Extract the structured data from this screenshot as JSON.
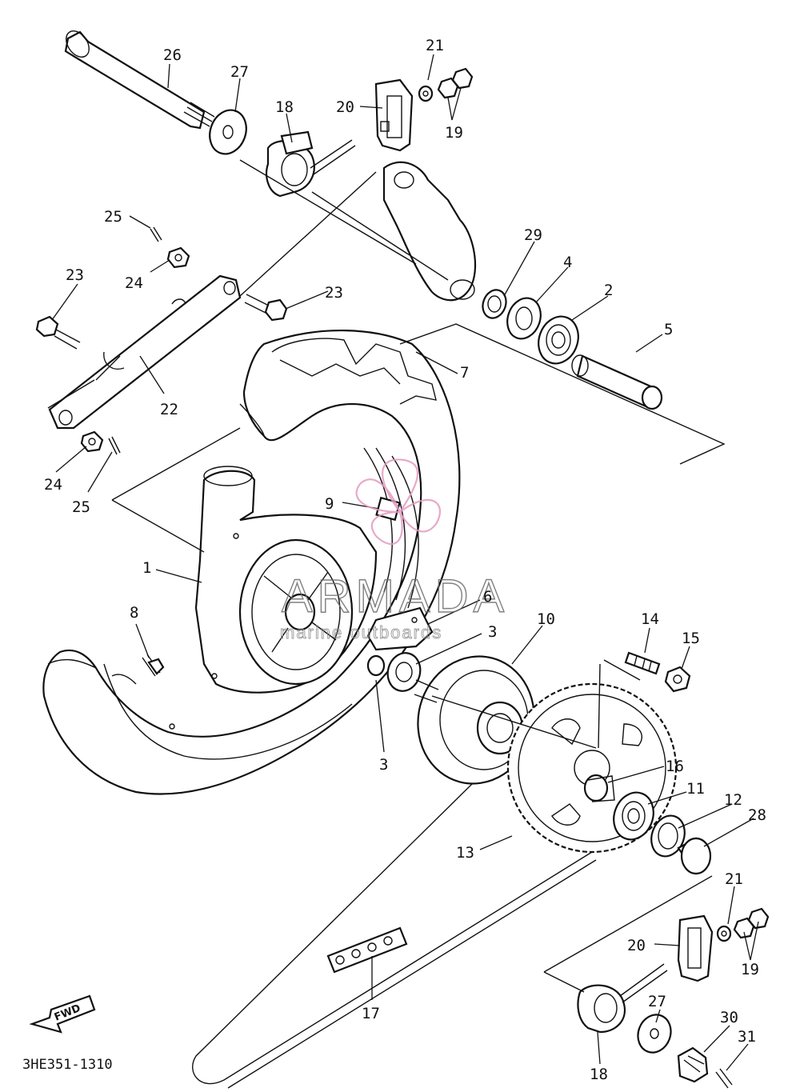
{
  "diagram": {
    "drawing_code": "3HE351-1310",
    "fwd_label": "FWD",
    "watermark": {
      "brand": "ARMADA",
      "tagline": "marine outboards",
      "accent_color": "#e39ac0"
    },
    "callouts": [
      {
        "id": "c1",
        "label": "1"
      },
      {
        "id": "c2",
        "label": "2"
      },
      {
        "id": "c3a",
        "label": "3"
      },
      {
        "id": "c3b",
        "label": "3"
      },
      {
        "id": "c4",
        "label": "4"
      },
      {
        "id": "c5",
        "label": "5"
      },
      {
        "id": "c6",
        "label": "6"
      },
      {
        "id": "c7",
        "label": "7"
      },
      {
        "id": "c8",
        "label": "8"
      },
      {
        "id": "c9",
        "label": "9"
      },
      {
        "id": "c10",
        "label": "10"
      },
      {
        "id": "c11",
        "label": "11"
      },
      {
        "id": "c12",
        "label": "12"
      },
      {
        "id": "c13",
        "label": "13"
      },
      {
        "id": "c14",
        "label": "14"
      },
      {
        "id": "c15",
        "label": "15"
      },
      {
        "id": "c16",
        "label": "16"
      },
      {
        "id": "c17",
        "label": "17"
      },
      {
        "id": "c18a",
        "label": "18"
      },
      {
        "id": "c18b",
        "label": "18"
      },
      {
        "id": "c19a",
        "label": "19"
      },
      {
        "id": "c19b",
        "label": "19"
      },
      {
        "id": "c20a",
        "label": "20"
      },
      {
        "id": "c20b",
        "label": "20"
      },
      {
        "id": "c21a",
        "label": "21"
      },
      {
        "id": "c21b",
        "label": "21"
      },
      {
        "id": "c22",
        "label": "22"
      },
      {
        "id": "c23a",
        "label": "23"
      },
      {
        "id": "c23b",
        "label": "23"
      },
      {
        "id": "c24a",
        "label": "24"
      },
      {
        "id": "c24b",
        "label": "24"
      },
      {
        "id": "c25a",
        "label": "25"
      },
      {
        "id": "c25b",
        "label": "25"
      },
      {
        "id": "c26",
        "label": "26"
      },
      {
        "id": "c27a",
        "label": "27"
      },
      {
        "id": "c27b",
        "label": "27"
      },
      {
        "id": "c28",
        "label": "28"
      },
      {
        "id": "c29",
        "label": "29"
      },
      {
        "id": "c30",
        "label": "30"
      },
      {
        "id": "c31",
        "label": "31"
      }
    ]
  }
}
